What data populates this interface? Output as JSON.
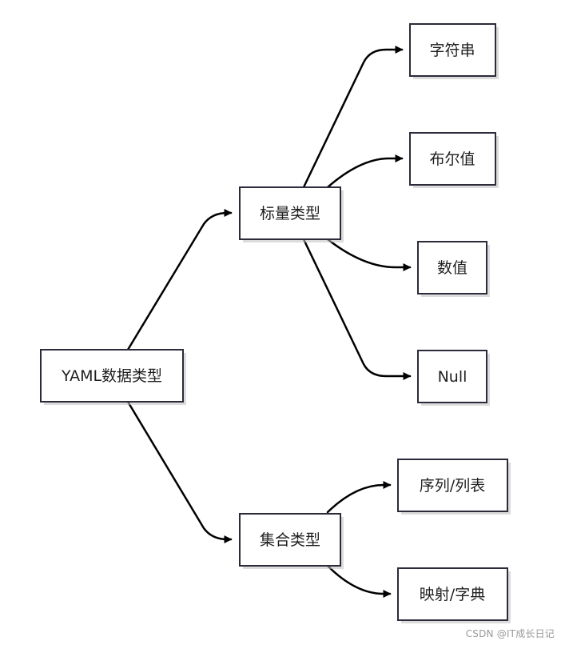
{
  "nodes": {
    "root": "YAML数据类型",
    "scalar": "标量类型",
    "collection": "集合类型",
    "string": "字符串",
    "boolean": "布尔值",
    "number": "数值",
    "null": "Null",
    "sequence": "序列/列表",
    "mapping": "映射/字典"
  },
  "edges": [
    {
      "from": "root",
      "to": "scalar"
    },
    {
      "from": "root",
      "to": "collection"
    },
    {
      "from": "scalar",
      "to": "string"
    },
    {
      "from": "scalar",
      "to": "boolean"
    },
    {
      "from": "scalar",
      "to": "number"
    },
    {
      "from": "scalar",
      "to": "null"
    },
    {
      "from": "collection",
      "to": "sequence"
    },
    {
      "from": "collection",
      "to": "mapping"
    }
  ],
  "watermark": "CSDN @IT成长日记"
}
